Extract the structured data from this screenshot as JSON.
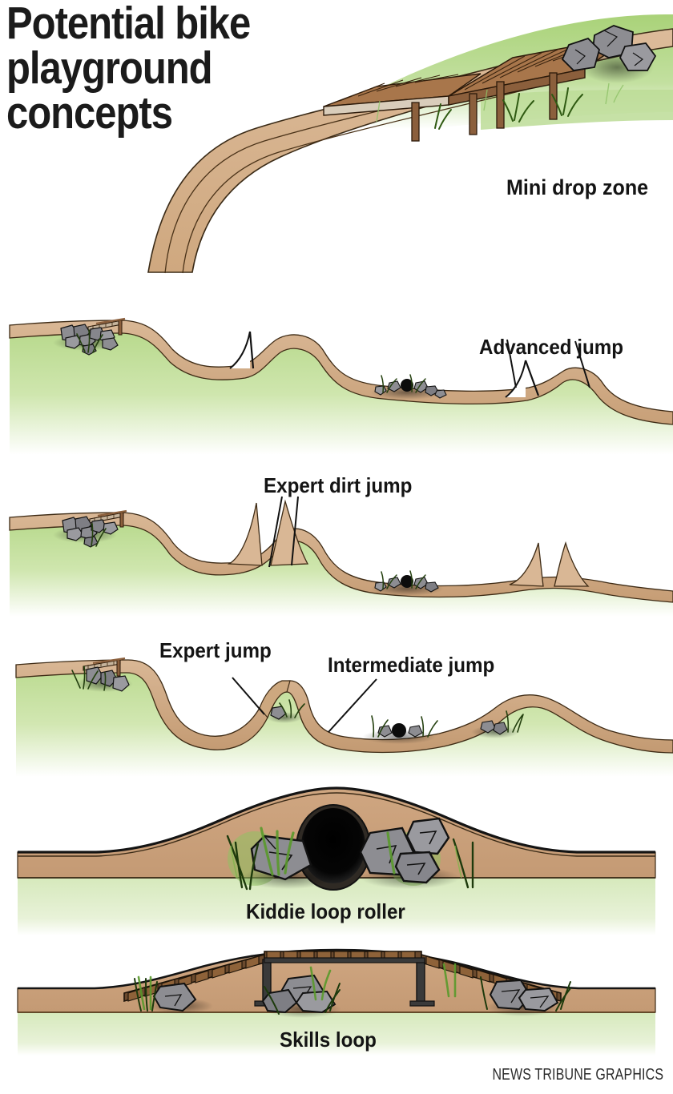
{
  "headline": {
    "line1": "Potential bike",
    "line2": "playground",
    "line3": "concepts"
  },
  "credit": "NEWS TRIBUNE GRAPHICS",
  "palette": {
    "dirt": "#d9b795",
    "dirt_dark": "#c8a078",
    "dirt_shadow": "#b68d64",
    "grass": "#b9d98d",
    "grass_deep": "#9ccb6a",
    "wood": "#7d5436",
    "wood_light": "#a8764b",
    "wood_pale": "#d9cdbb",
    "rock": "#8d8d92",
    "rock_dark": "#6b6b70",
    "post_dark": "#3a3a3a",
    "outline": "#1d1208",
    "text": "#141414",
    "background": "#ffffff"
  },
  "panels": [
    {
      "id": "mini-drop-zone",
      "label": "Mini drop zone",
      "description": "Perspective view of a sloped dirt mound with a wooden boardwalk ramp on posts running over grass, rocks at the top right.",
      "features": [
        "wooden-boardwalk",
        "support-posts",
        "grass-tufts",
        "boulders",
        "dirt-berm"
      ]
    },
    {
      "id": "advanced-jump",
      "label": "Advanced jump",
      "description": "Cross-section terrain profile with a small wood ramp and rocks at left, a rolling dirt hill, and two steep kicker jumps.",
      "features": [
        "wood-ramp",
        "rock-cluster",
        "roller-hill",
        "steep-kicker",
        "grass-bank"
      ]
    },
    {
      "id": "expert-dirt-jump",
      "label": "Expert dirt jump",
      "description": "Cross-section profile with a pair of narrow steep-sided gap jumps mid-slope and another pair at the right.",
      "features": [
        "wood-ramp",
        "rock-cluster",
        "gap-jump-pair",
        "grass-bank"
      ]
    },
    {
      "id": "expert-intermediate-jump",
      "label": "Expert jump",
      "label_secondary": "Intermediate jump",
      "description": "Cross-section of rolling dirt hills with an angular expert jump lip and a smoother intermediate jump.",
      "features": [
        "wood-ramp",
        "rock-cluster",
        "expert-lip",
        "intermediate-roller",
        "grass-tufts"
      ]
    },
    {
      "id": "kiddie-loop-roller",
      "label": "Kiddie loop roller",
      "description": "Front elevation of a broad low dirt mound with a dark round tunnel opening flanked by boulders and grass.",
      "features": [
        "dirt-mound",
        "tunnel-opening",
        "boulders",
        "grass-tufts"
      ]
    },
    {
      "id": "skills-loop",
      "label": "Skills loop",
      "description": "Front elevation of a dirt mound topped by a wooden plank bridge on dark vertical posts, with boulders and grass below.",
      "features": [
        "plank-bridge",
        "dark-support-posts",
        "boulders",
        "grass-tufts",
        "dirt-mound"
      ]
    }
  ]
}
